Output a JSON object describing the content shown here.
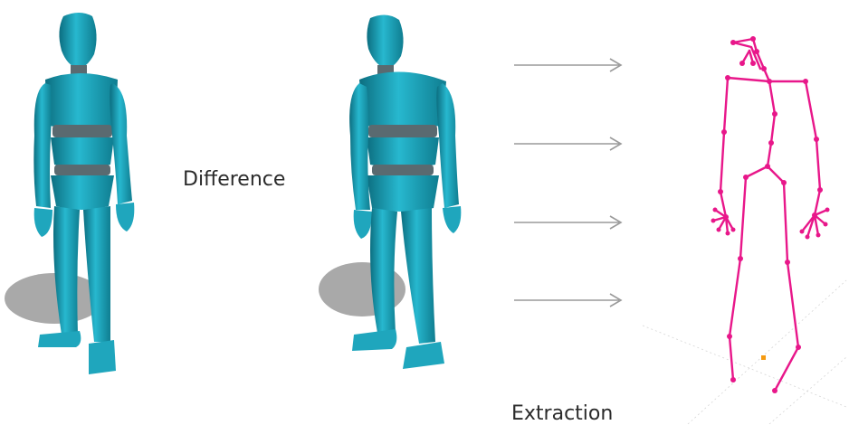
{
  "labels": {
    "difference": "Difference",
    "extraction": "Extraction"
  },
  "colors": {
    "mannequin_body": "#1fa6bd",
    "mannequin_dark": "#0c6e80",
    "mannequin_joint": "#5a6a70",
    "shadow": "#7a7a7a",
    "arrow": "#9a9a9a",
    "skeleton": "#e8178a",
    "root_marker": "#f59a10"
  },
  "arrows": {
    "count": 4
  }
}
